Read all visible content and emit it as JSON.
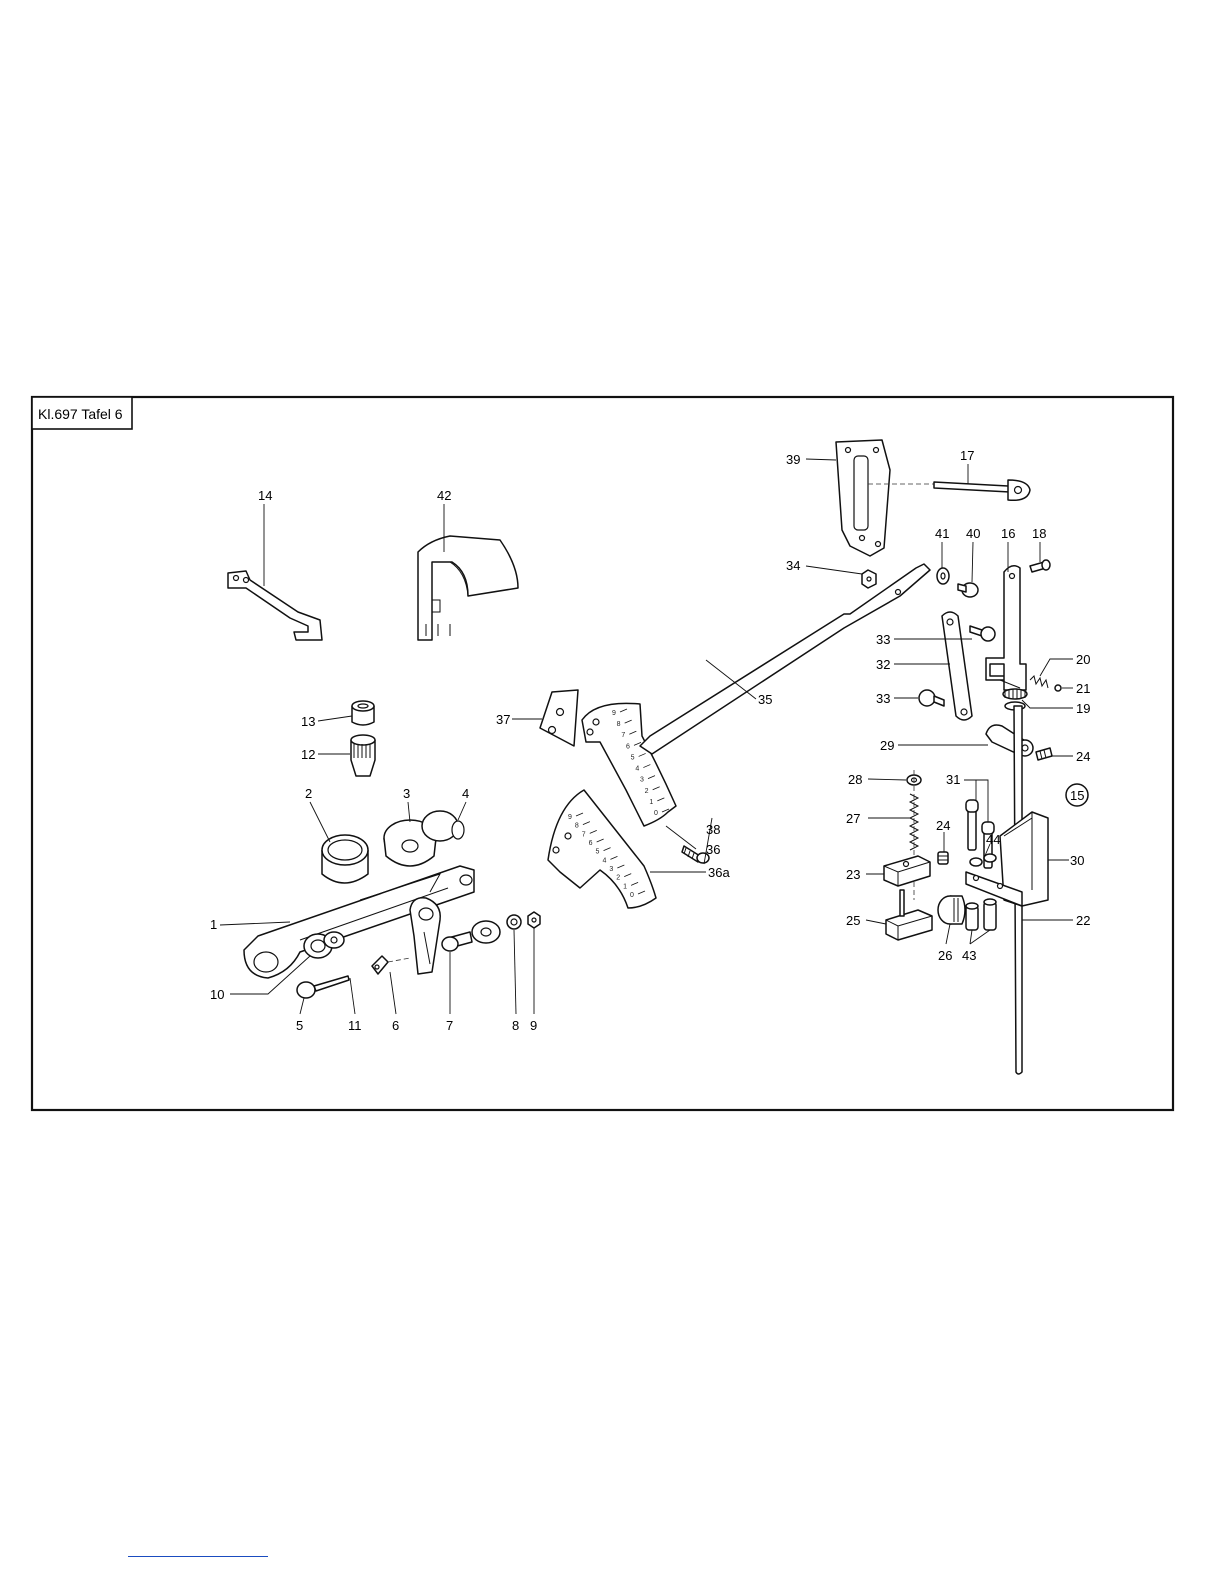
{
  "plate": {
    "tag": "Kl.697 Tafel 6"
  },
  "group_badge": "15",
  "callouts": [
    {
      "id": "c1",
      "text": "1"
    },
    {
      "id": "c2",
      "text": "2"
    },
    {
      "id": "c3",
      "text": "3"
    },
    {
      "id": "c4",
      "text": "4"
    },
    {
      "id": "c5",
      "text": "5"
    },
    {
      "id": "c6",
      "text": "6"
    },
    {
      "id": "c7",
      "text": "7"
    },
    {
      "id": "c8",
      "text": "8"
    },
    {
      "id": "c9",
      "text": "9"
    },
    {
      "id": "c10",
      "text": "10"
    },
    {
      "id": "c11",
      "text": "11"
    },
    {
      "id": "c12",
      "text": "12"
    },
    {
      "id": "c13",
      "text": "13"
    },
    {
      "id": "c14",
      "text": "14"
    },
    {
      "id": "c16",
      "text": "16"
    },
    {
      "id": "c17",
      "text": "17"
    },
    {
      "id": "c18",
      "text": "18"
    },
    {
      "id": "c19",
      "text": "19"
    },
    {
      "id": "c20",
      "text": "20"
    },
    {
      "id": "c21",
      "text": "21"
    },
    {
      "id": "c22",
      "text": "22"
    },
    {
      "id": "c23",
      "text": "23"
    },
    {
      "id": "c24a",
      "text": "24"
    },
    {
      "id": "c24b",
      "text": "24"
    },
    {
      "id": "c25",
      "text": "25"
    },
    {
      "id": "c26",
      "text": "26"
    },
    {
      "id": "c27",
      "text": "27"
    },
    {
      "id": "c28",
      "text": "28"
    },
    {
      "id": "c29",
      "text": "29"
    },
    {
      "id": "c30",
      "text": "30"
    },
    {
      "id": "c31",
      "text": "31"
    },
    {
      "id": "c32",
      "text": "32"
    },
    {
      "id": "c33a",
      "text": "33"
    },
    {
      "id": "c33b",
      "text": "33"
    },
    {
      "id": "c34",
      "text": "34"
    },
    {
      "id": "c35",
      "text": "35"
    },
    {
      "id": "c36",
      "text": "36"
    },
    {
      "id": "c36a",
      "text": "36a"
    },
    {
      "id": "c37",
      "text": "37"
    },
    {
      "id": "c38",
      "text": "38"
    },
    {
      "id": "c39",
      "text": "39"
    },
    {
      "id": "c40",
      "text": "40"
    },
    {
      "id": "c41",
      "text": "41"
    },
    {
      "id": "c42",
      "text": "42"
    },
    {
      "id": "c43",
      "text": "43"
    },
    {
      "id": "c44",
      "text": "44"
    }
  ],
  "scale_36": [
    "9",
    "8",
    "7",
    "6",
    "5",
    "4",
    "3",
    "2",
    "1",
    "0"
  ],
  "scale_36a": [
    "9",
    "8",
    "7",
    "6",
    "5",
    "4",
    "3",
    "2",
    "1",
    "0"
  ]
}
